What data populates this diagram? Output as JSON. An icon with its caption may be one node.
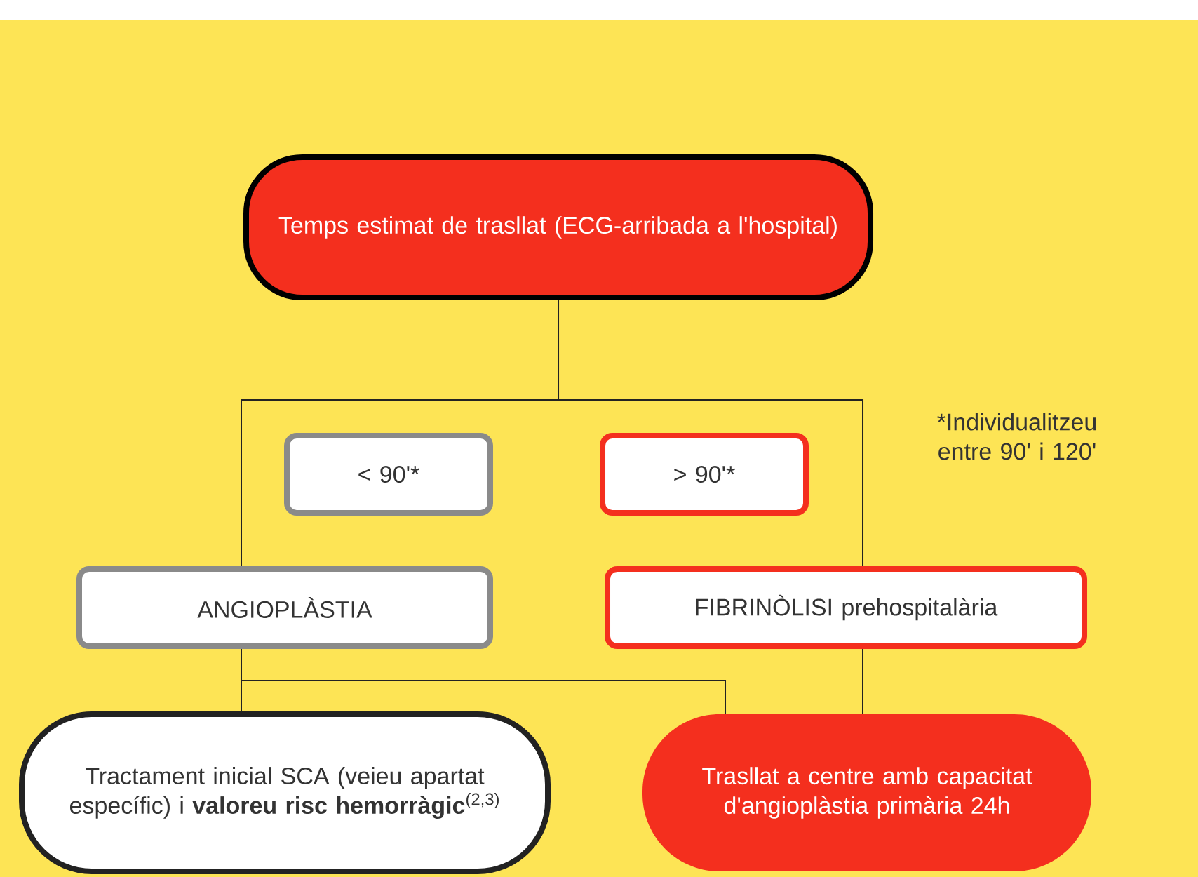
{
  "diagram": {
    "nodes": [
      {
        "text": [
          "Temps estimat de trasllat (ECG-arribada a l'hospital)"
        ]
      },
      {
        "text": [
          "< 90'*"
        ]
      },
      {
        "text": [
          "> 90'*"
        ]
      },
      {
        "text": [
          "ANGIOPLÀSTIA"
        ]
      },
      {
        "text": [
          "FIBRINÒLISI prehospitalària"
        ]
      },
      {
        "text": [
          "Tractament inicial SCA (veieu apartat específic) i **valoreu risc hemorràgic**$^{(2,3)}$"
        ]
      },
      {
        "text": [
          "Trasllat a centre amb capacitat d'angioplàstia primària 24h"
        ]
      }
    ],
    "edges": [
      {
        "from": 0,
        "to": 3,
        "arrow": "none"
      },
      {
        "from": 0,
        "to": 4,
        "arrow": "none"
      },
      {
        "from": 3,
        "to": 5,
        "arrow": "none"
      },
      {
        "from": 3,
        "to": 6,
        "arrow": "none"
      },
      {
        "from": 4,
        "to": 6,
        "arrow": "none"
      }
    ],
    "labels": [
      "*Individualitzeu entre 90' i 120'"
    ]
  }
}
